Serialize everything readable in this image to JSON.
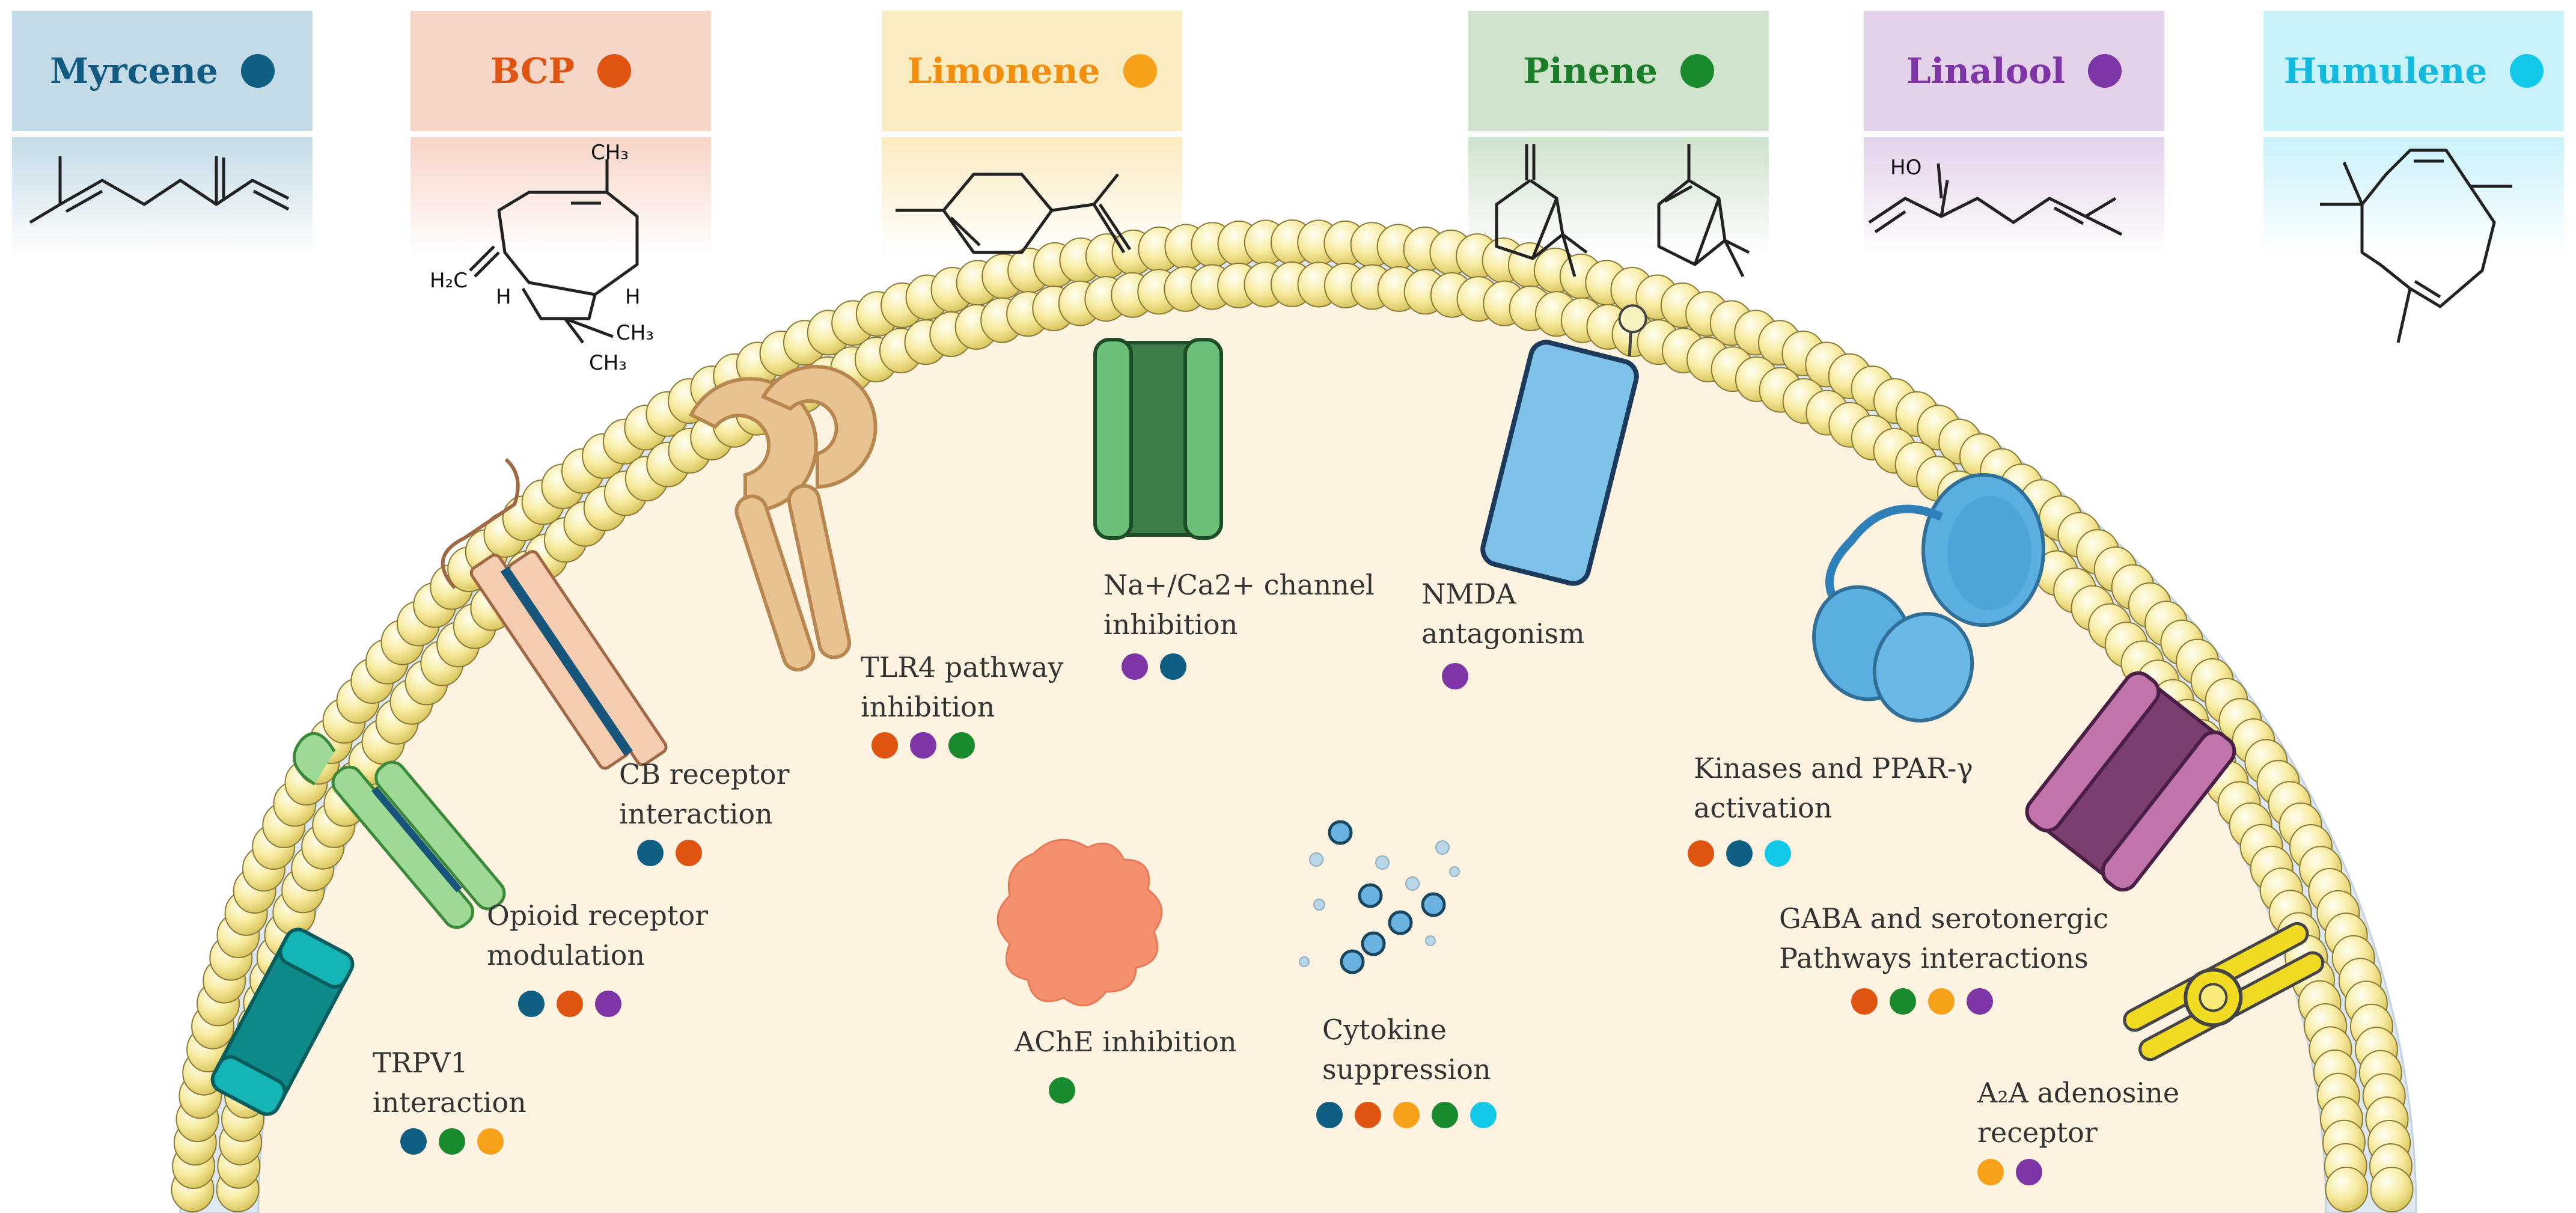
{
  "colors": {
    "myrcene": "#0f5f82",
    "bcp": "#e05412",
    "limonene": "#f7a11a",
    "pinene": "#1a8a2e",
    "linalool": "#7e35a6",
    "humulene": "#12c9ea"
  },
  "terpenes": [
    {
      "key": "myrcene",
      "name": "Myrcene",
      "bg": "#c3dbe6",
      "text_color": "#125a80"
    },
    {
      "key": "bcp",
      "name": "BCP",
      "bg": "#f7d5c7",
      "text_color": "#e05412"
    },
    {
      "key": "limonene",
      "name": "Limonene",
      "bg": "#fbebc0",
      "text_color": "#f28e0d"
    },
    {
      "key": "pinene",
      "name": "Pinene",
      "bg": "#cfe3cd",
      "text_color": "#1c7d29"
    },
    {
      "key": "linalool",
      "name": "Linalool",
      "bg": "#e4d1ea",
      "text_color": "#7e35a6"
    },
    {
      "key": "humulene",
      "name": "Humulene",
      "bg": "#c9f2fa",
      "text_color": "#14b9de"
    }
  ],
  "structure_labels": {
    "bcp_ch3_top": "CH₃",
    "bcp_h2c": "H₂C",
    "bcp_h_left": "H",
    "bcp_h_right": "H",
    "bcp_ch3_a": "CH₃",
    "bcp_ch3_b": "CH₃",
    "linalool_ho": "HO"
  },
  "targets": [
    {
      "id": "trpv1",
      "lines": [
        "TRPV1",
        "interaction"
      ],
      "dots": [
        "myrcene",
        "pinene",
        "limonene"
      ]
    },
    {
      "id": "opioid",
      "lines": [
        "Opioid receptor",
        "modulation"
      ],
      "dots": [
        "myrcene",
        "bcp",
        "linalool"
      ]
    },
    {
      "id": "cb",
      "lines": [
        "CB receptor",
        "interaction"
      ],
      "dots": [
        "myrcene",
        "bcp"
      ]
    },
    {
      "id": "tlr4",
      "lines": [
        "TLR4 pathway",
        "inhibition"
      ],
      "dots": [
        "bcp",
        "linalool",
        "pinene"
      ]
    },
    {
      "id": "nacа",
      "lines": [
        "Na+/Ca2+ channel",
        "inhibition"
      ],
      "dots": [
        "linalool",
        "myrcene"
      ]
    },
    {
      "id": "nmda",
      "lines": [
        "NMDA",
        "antagonism"
      ],
      "dots": [
        "linalool"
      ]
    },
    {
      "id": "kinases",
      "lines": [
        "Kinases and PPAR-γ",
        "activation"
      ],
      "dots": [
        "bcp",
        "myrcene",
        "humulene"
      ]
    },
    {
      "id": "gaba",
      "lines": [
        "GABA and serotonergic",
        "Pathways interactions"
      ],
      "dots": [
        "bcp",
        "pinene",
        "limonene",
        "linalool"
      ]
    },
    {
      "id": "a2a",
      "lines": [
        "A₂A adenosine",
        "receptor"
      ],
      "dots": [
        "limonene",
        "linalool"
      ]
    },
    {
      "id": "ache",
      "lines": [
        "AChE inhibition"
      ],
      "dots": [
        "pinene"
      ]
    },
    {
      "id": "cytokine",
      "lines": [
        "Cytokine",
        "suppression"
      ],
      "dots": [
        "myrcene",
        "bcp",
        "limonene",
        "pinene",
        "humulene"
      ]
    }
  ]
}
